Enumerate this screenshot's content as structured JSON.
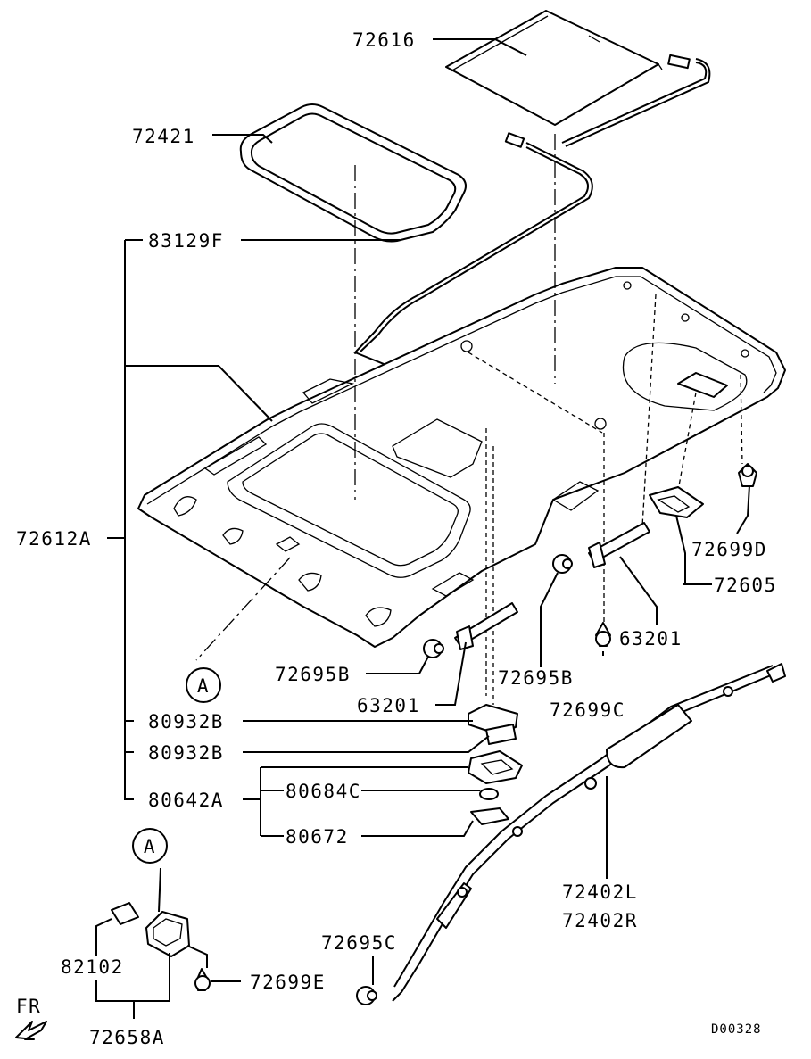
{
  "labels": {
    "p72616": "72616",
    "p72421": "72421",
    "p83129F": "83129F",
    "p72612A": "72612A",
    "p72699D": "72699D",
    "p72605": "72605",
    "p63201_right": "63201",
    "p72695B_left": "72695B",
    "p72695B_right": "72695B",
    "p63201_left": "63201",
    "p72699C": "72699C",
    "p80932B_1": "80932B",
    "p80932B_2": "80932B",
    "p80642A": "80642A",
    "p80684C": "80684C",
    "p80672": "80672",
    "p72402L": "72402L",
    "p72402R": "72402R",
    "p72695C": "72695C",
    "p82102": "82102",
    "p72699E": "72699E",
    "p72658A": "72658A",
    "fr": "FR",
    "refA_main": "A",
    "refA_detail": "A"
  },
  "diagram_code": "D00328"
}
